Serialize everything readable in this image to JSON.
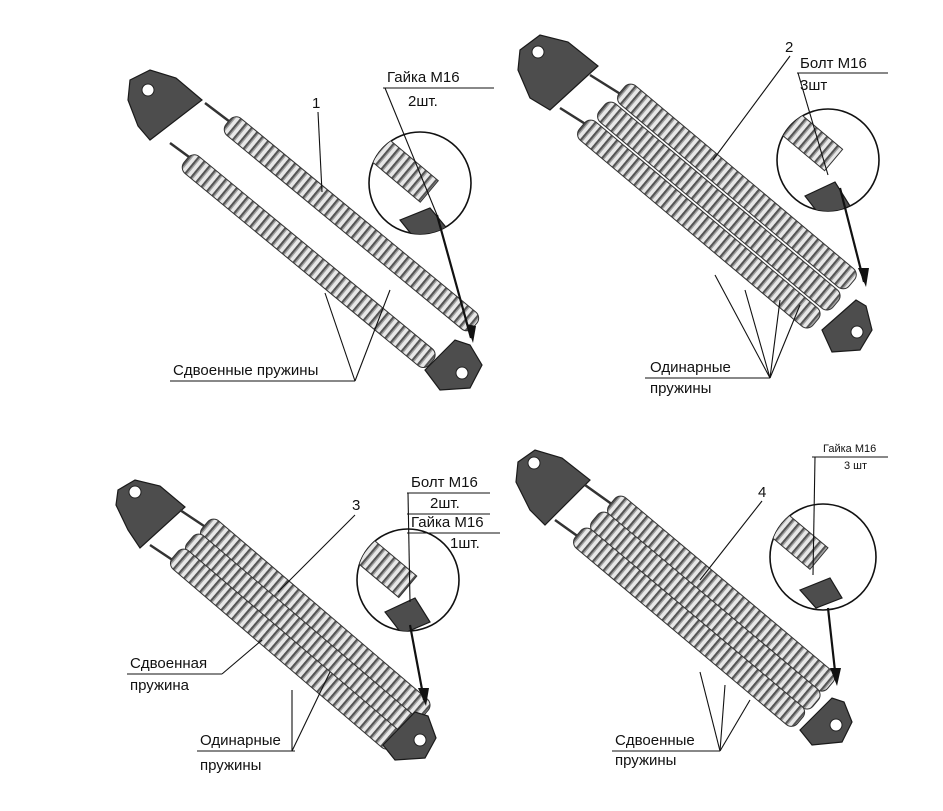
{
  "figures": [
    {
      "number": "1",
      "hardware": [
        {
          "name": "Гайка М16",
          "qty": "2шт."
        }
      ],
      "spring_labels": [
        "Сдвоенные пружины"
      ]
    },
    {
      "number": "2",
      "hardware": [
        {
          "name": "Болт М16",
          "qty": "3шт"
        }
      ],
      "spring_labels": [
        "Одинарные",
        "пружины"
      ]
    },
    {
      "number": "3",
      "hardware": [
        {
          "name": "Болт М16",
          "qty": "2шт."
        },
        {
          "name": "Гайка М16",
          "qty": "1шт."
        }
      ],
      "spring_labels": [
        "Сдвоенная",
        "пружина",
        "Одинарные",
        "пружины"
      ]
    },
    {
      "number": "4",
      "hardware": [
        {
          "name": "Гайка М16",
          "qty": "3 шт"
        }
      ],
      "spring_labels": [
        "Сдвоенные",
        "пружины"
      ]
    }
  ],
  "colors": {
    "plate": "#4d4d4d",
    "spring_light": "#e6e6e6",
    "spring_dark": "#4a4a4a",
    "line": "#111111"
  }
}
